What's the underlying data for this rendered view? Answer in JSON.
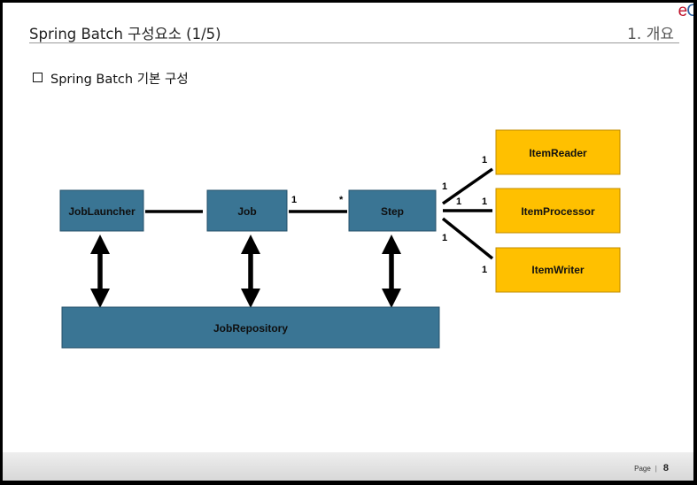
{
  "header": {
    "title": "Spring Batch 구성요소 (1/5)",
    "section": "1. 개요",
    "logo_part1": "e",
    "logo_part2": "G"
  },
  "subtitle": "Spring Batch 기본 구성",
  "diagram": {
    "nodes": {
      "job_launcher": "JobLauncher",
      "job": "Job",
      "step": "Step",
      "item_reader": "ItemReader",
      "item_processor": "ItemProcessor",
      "item_writer": "ItemWriter",
      "job_repository": "JobRepository"
    },
    "multiplicities": {
      "job_side": "1",
      "step_side": "*",
      "step_to_reader": "1",
      "reader_end": "1",
      "step_to_processor": "1",
      "processor_end": "1",
      "step_to_writer": "1",
      "writer_end": "1"
    },
    "colors": {
      "core_fill": "#3a7594",
      "core_text": "#0f0f0f",
      "item_fill": "#ffc000",
      "item_border": "#c08c00",
      "connector": "#000000"
    }
  },
  "footer": {
    "page_label": "Page",
    "separator": "|",
    "page_number": "8"
  }
}
